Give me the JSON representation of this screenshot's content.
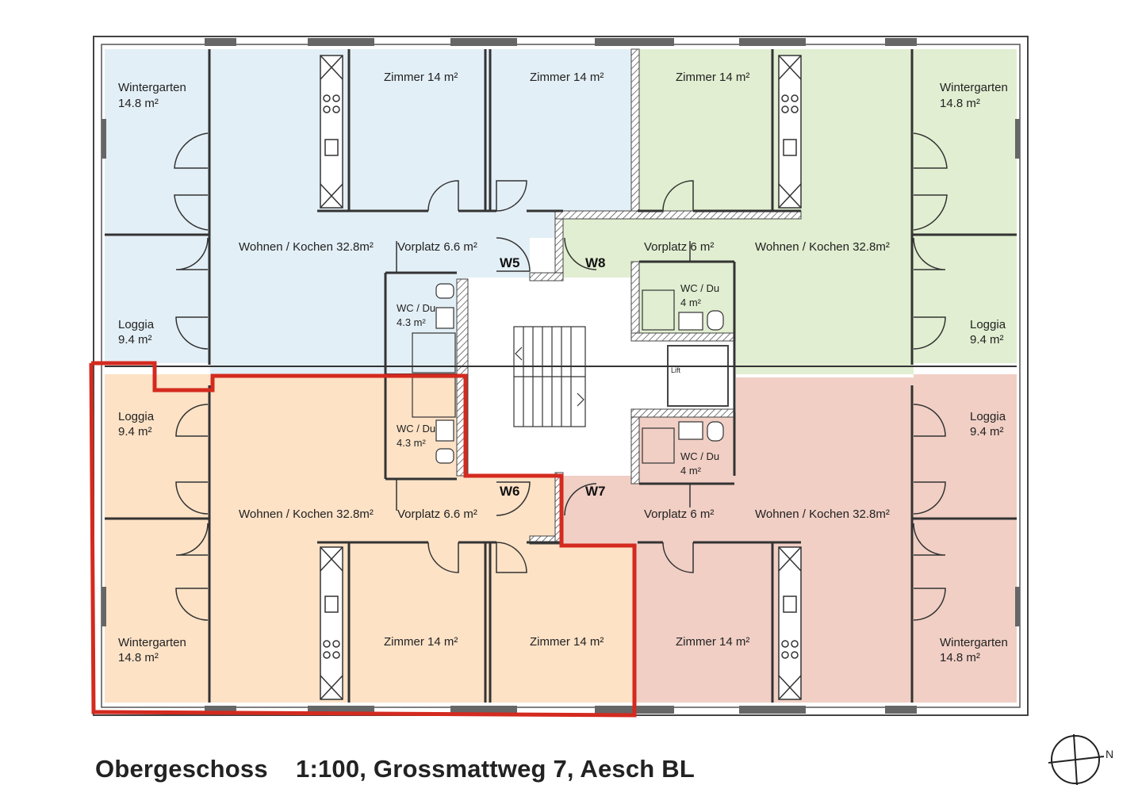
{
  "caption": "Obergeschoss    1:100, Grossmattweg 7, Aesch BL",
  "north_label": "N",
  "colors": {
    "blue": "#e3eff6",
    "green": "#e1eed1",
    "orange": "#fde2c6",
    "rose": "#f1cfc5",
    "highlight": "#d42a1f"
  },
  "units": {
    "W5": "W5",
    "W6": "W6",
    "W7": "W7",
    "W8": "W8"
  },
  "rooms": {
    "wg_nw_name": "Wintergarten",
    "wg_nw_area": "14.8 m²",
    "loggia_nw_name": "Loggia",
    "loggia_nw_area": "9.4 m²",
    "loggia_sw_name": "Loggia",
    "loggia_sw_area": "9.4 m²",
    "wg_sw_name": "Wintergarten",
    "wg_sw_area": "14.8 m²",
    "wg_ne_name": "Wintergarten",
    "wg_ne_area": "14.8 m²",
    "loggia_ne_name": "Loggia",
    "loggia_ne_area": "9.4 m²",
    "loggia_se_name": "Loggia",
    "loggia_se_area": "9.4 m²",
    "wg_se_name": "Wintergarten",
    "wg_se_area": "14.8 m²",
    "zimmer_n1": "Zimmer 14 m²",
    "zimmer_n2": "Zimmer 14 m²",
    "zimmer_n3": "Zimmer 14 m²",
    "zimmer_s1": "Zimmer 14 m²",
    "zimmer_s2": "Zimmer 14 m²",
    "zimmer_s3": "Zimmer 14 m²",
    "wohnen_nw": "Wohnen / Kochen 32.8m²",
    "wohnen_sw": "Wohnen / Kochen 32.8m²",
    "wohnen_ne": "Wohnen / Kochen 32.8m²",
    "wohnen_se": "Wohnen / Kochen 32.8m²",
    "vorplatz_nw": "Vorplatz 6.6 m²",
    "vorplatz_sw": "Vorplatz 6.6 m²",
    "vorplatz_ne": "Vorplatz 6 m²",
    "vorplatz_se": "Vorplatz 6 m²",
    "wc_nw_name": "WC / Du",
    "wc_nw_area": "4.3 m²",
    "wc_sw_name": "WC / Du",
    "wc_sw_area": "4.3 m²",
    "wc_ne_name": "WC / Du",
    "wc_ne_area": "4 m²",
    "wc_se_name": "WC / Du",
    "wc_se_area": "4 m²",
    "lift": "Lift"
  }
}
